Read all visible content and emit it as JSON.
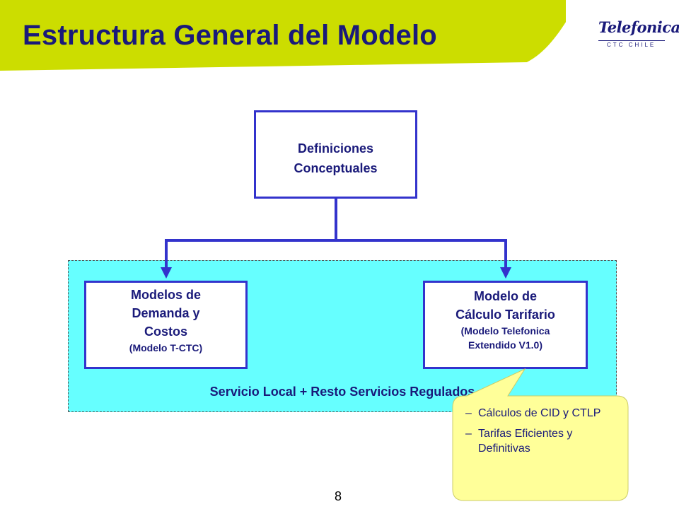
{
  "header": {
    "title": "Estructura General del Modelo",
    "brand": "Telefonica",
    "brand_sub": "CTC CHILE"
  },
  "colors": {
    "header_bg": "#ccdd00",
    "title_text": "#1a1a7a",
    "box_border": "#3333cc",
    "region_bg": "#66ffff",
    "callout_bg": "#ffff99"
  },
  "diagram": {
    "top_box": {
      "line1": "Definiciones",
      "line2": "Conceptuales"
    },
    "left_box": {
      "line1": "Modelos de",
      "line2": "Demanda y",
      "line3": "Costos",
      "note": "(Modelo T-CTC)"
    },
    "right_box": {
      "line1": "Modelo de",
      "line2": "Cálculo Tarifario",
      "note1": "(Modelo Telefonica",
      "note2": "Extendido V1.0)"
    },
    "region_label": "Servicio Local + Resto Servicios Regulados"
  },
  "callout": {
    "dash": "–",
    "items": [
      "Cálculos de CID y CTLP",
      "Tarifas Eficientes y Definitivas"
    ]
  },
  "footer": {
    "page_number": "8"
  }
}
